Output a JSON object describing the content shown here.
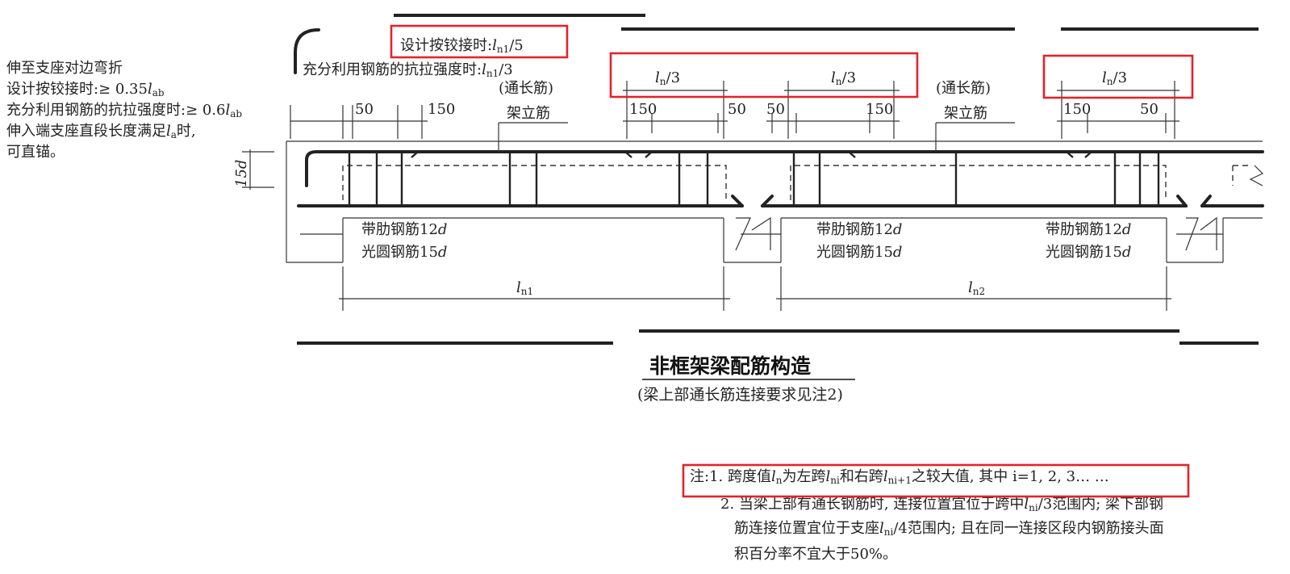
{
  "left_notes": {
    "line1": "伸至支座对边弯折",
    "line2": "设计按铰接时:≥ 0.35",
    "line2_sym": "l",
    "line2_sub": "ab",
    "line3": "充分利用钢筋的抗拉强度时:≥ 0.6",
    "line3_sym": "l",
    "line3_sub": "ab",
    "line4a": "伸入端支座直段长度满足",
    "line4_sym": "l",
    "line4_sub": "a",
    "line4b": "时,",
    "line5": "可直锚。"
  },
  "top_notes": {
    "hinged_label": "设计按铰接时:",
    "hinged_sym": "l",
    "hinged_sub": "n1",
    "hinged_tail": "/5",
    "full_label": "充分利用钢筋的抗拉强度时:",
    "full_sym": "l",
    "full_sub": "n1",
    "full_tail": "/3"
  },
  "labels": {
    "through_bar_1": "(通长筋)",
    "erection_bar_1": "架立筋",
    "through_bar_2": "(通长筋)",
    "erection_bar_2": "架立筋",
    "ribbed": "带肋钢筋12",
    "plain": "光圆钢筋15",
    "d": "d",
    "fifteen_d": "15d"
  },
  "dims": {
    "d50": "50",
    "d150": "150",
    "ln3_sym": "l",
    "ln3_sub": "n",
    "ln3_tail": "/3",
    "ln1_sym": "l",
    "ln1_sub": "n1",
    "ln2_sym": "l",
    "ln2_sub": "n2"
  },
  "title": "非框架梁配筋构造",
  "subtitle": "(梁上部通长筋连接要求见注2)",
  "notes": {
    "n1_prefix": "注:1. 跨度值",
    "n1_sym": "l",
    "n1_sym_sub": "n",
    "n1_mid": "为左跨",
    "n1_l": "l",
    "n1_l_sub": "ni",
    "n1_and": "和右跨",
    "n1_r": "l",
    "n1_r_sub": "ni+1",
    "n1_tail": "之较大值, 其中 i=1, 2, 3… …",
    "n2_l1a": "2. 当梁上部有通长钢筋时, 连接位置宜位于跨中",
    "n2_l1_sym": "l",
    "n2_l1_sub": "ni",
    "n2_l1b": "/3范围内; 梁下部钢",
    "n2_l2a": "筋连接位置宜位于支座",
    "n2_l2_sym": "l",
    "n2_l2_sub": "ni",
    "n2_l2b": "/4范围内; 且在同一连接区段内钢筋接头面",
    "n2_l3": "积百分率不宜大于50%。"
  },
  "colors": {
    "highlight": "#e0242c",
    "ink": "#222222"
  }
}
